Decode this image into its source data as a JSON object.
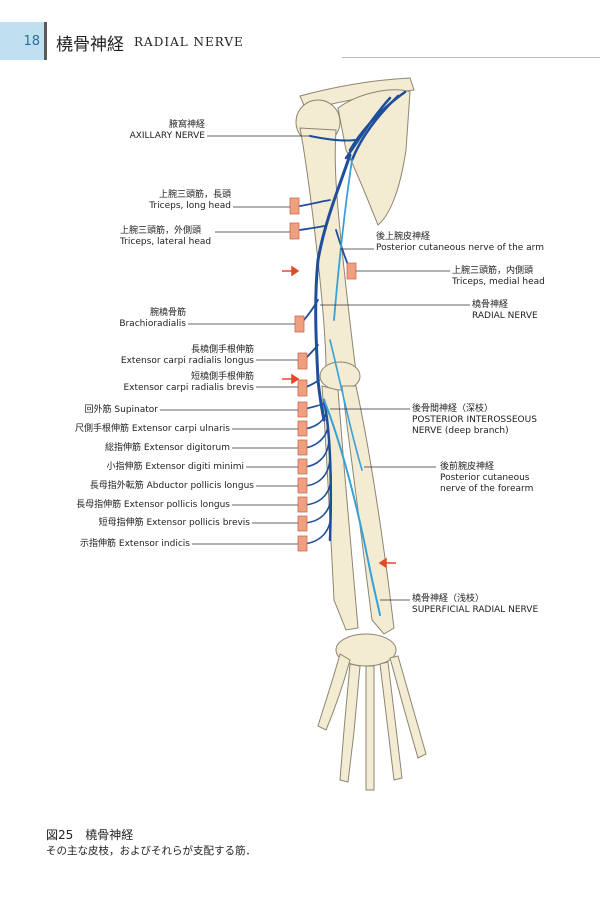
{
  "header": {
    "page_number": "18",
    "title_jp": "橈骨神経",
    "title_en": "RADIAL NERVE"
  },
  "labels": {
    "axillary_jp": "腋窩神経",
    "axillary_en": "AXILLARY NERVE",
    "tri_long_jp": "上腕三頭筋，長頭",
    "tri_long_en": "Triceps, long head",
    "tri_lat_jp": "上腕三頭筋，外側頭",
    "tri_lat_en": "Triceps, lateral head",
    "post_cut_arm_jp": "後上腕皮神経",
    "post_cut_arm_en": "Posterior cutaneous nerve of the arm",
    "tri_med_jp": "上腕三頭筋，内側頭",
    "tri_med_en": "Triceps, medial head",
    "radial_jp": "橈骨神経",
    "radial_en": "RADIAL NERVE",
    "brachio_jp": "腕橈骨筋",
    "brachio_en": "Brachioradialis",
    "ecrl_jp": "長橈側手根伸筋",
    "ecrl_en": "Extensor carpi radialis longus",
    "ecrb_jp": "短橈側手根伸筋",
    "ecrb_en": "Extensor carpi radialis brevis",
    "supinator": "回外筋 Supinator",
    "ecu": "尺側手根伸筋 Extensor carpi ulnaris",
    "ed": "総指伸筋 Extensor digitorum",
    "edm": "小指伸筋 Extensor digiti minimi",
    "apl": "長母指外転筋 Abductor pollicis longus",
    "epl": "長母指伸筋 Extensor pollicis longus",
    "epb": "短母指伸筋 Extensor pollicis brevis",
    "ei": "示指伸筋 Extensor indicis",
    "pin_jp": "後骨間神経（深枝）",
    "pin_en1": "POSTERIOR INTEROSSEOUS",
    "pin_en2": "NERVE",
    "pin_en3": "(deep branch)",
    "post_cut_fa_jp": "後前腕皮神経",
    "post_cut_fa_en1": "Posterior cutaneous",
    "post_cut_fa_en2": "nerve of the forearm",
    "superficial_jp": "橈骨神経（浅枝）",
    "superficial_en": "SUPERFICIAL RADIAL NERVE"
  },
  "caption": {
    "figure_title": "図25　橈骨神経",
    "figure_text": "その主な皮枝，およびそれらが支配する筋．"
  },
  "colors": {
    "bone": "#f3ecd2",
    "bone_outline": "#8c8570",
    "nerve_dark": "#1f4f9a",
    "nerve_light": "#3aa0d8",
    "muscle_marker": "#f0a080",
    "arrow": "#e04a2a",
    "header_band": "#bfe0f1"
  }
}
